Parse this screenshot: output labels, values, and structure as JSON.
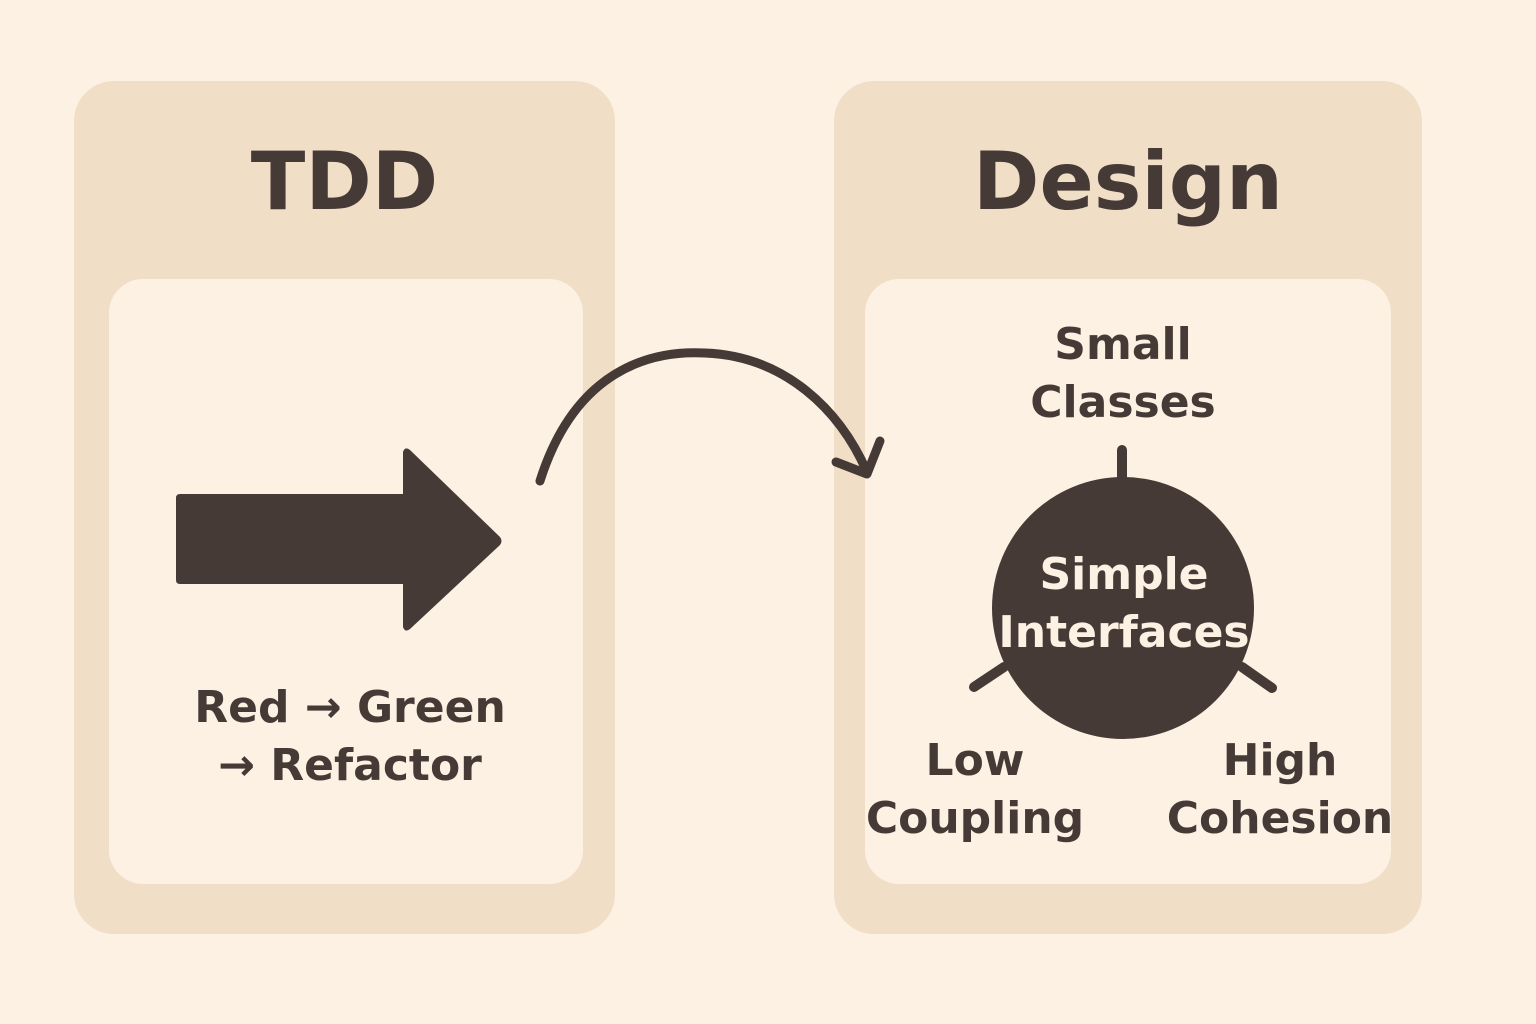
{
  "tdd": {
    "title": "TDD",
    "cycle_line1": "Red → Green",
    "cycle_line2": "→ Refactor"
  },
  "design": {
    "title": "Design",
    "center_line1": "Simple",
    "center_line2": "Interfaces",
    "top_line1": "Small",
    "top_line2": "Classes",
    "left_line1": "Low",
    "left_line2": "Coupling",
    "right_line1": "High",
    "right_line2": "Cohesion"
  },
  "colors": {
    "background": "#fdf1e4",
    "panel": "#f0dec6",
    "ink": "#463a37"
  },
  "icons": [
    "right-arrow-icon",
    "curved-arrow-icon"
  ]
}
